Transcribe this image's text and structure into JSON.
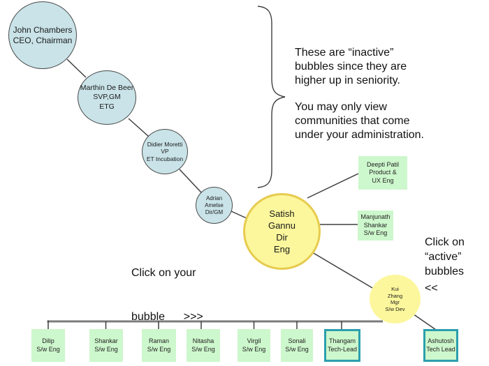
{
  "colors": {
    "inactive-fill": "#c9e3e8",
    "active-fill": "#fcf79c",
    "active-border": "#e7cb4f",
    "box-fill": "#cdf7cc",
    "highlight-border": "#2b9fae",
    "line": "#3f3f3f",
    "tree-line": "#7b7b7b"
  },
  "notes": {
    "inactive": {
      "line1": "These are “inactive”",
      "line2": "bubbles since they are",
      "line3": "higher up in seniority."
    },
    "admin": {
      "line1": "You may only view",
      "line2": "communities that come",
      "line3": "under your administration."
    },
    "click_your": {
      "line1": "Click on your",
      "line2": "bubble      >>>"
    },
    "click_active": {
      "line1": "Click on",
      "line2": "“active”",
      "line3": "bubbles",
      "arrows": "<<"
    }
  },
  "bubbles": {
    "john": {
      "state": "inactive",
      "lines": [
        "John Chambers",
        "CEO, Chairman"
      ]
    },
    "marthin": {
      "state": "inactive",
      "lines": [
        "Marthin De Beer",
        "SVP,GM",
        "ETG"
      ]
    },
    "didier": {
      "state": "inactive",
      "lines": [
        "Didier Moretti",
        "VP",
        "ET Incubation"
      ]
    },
    "adrian": {
      "state": "inactive",
      "lines": [
        "Adrian",
        "Amelse",
        "Dir/GM"
      ]
    },
    "satish": {
      "state": "active",
      "lines": [
        "Satish",
        "Gannu",
        "Dir",
        "Eng"
      ]
    },
    "kui": {
      "state": "active",
      "lines": [
        "Kui",
        "Zhang",
        "Mgr",
        "S/w Dev"
      ]
    }
  },
  "boxes": {
    "deepti": {
      "lines": [
        "Deepti Patil",
        "Product &",
        "UX Eng"
      ],
      "highlighted": false
    },
    "manjunath": {
      "lines": [
        "Manjunath",
        "Shankar",
        "S/w Eng"
      ],
      "highlighted": false
    },
    "dilip": {
      "lines": [
        "Dilip",
        "S/w Eng"
      ],
      "highlighted": false
    },
    "shankar": {
      "lines": [
        "Shankar",
        "S/w Eng"
      ],
      "highlighted": false
    },
    "raman": {
      "lines": [
        "Raman",
        "S/w Eng"
      ],
      "highlighted": false
    },
    "nitasha": {
      "lines": [
        "Nitasha",
        "S/w Eng"
      ],
      "highlighted": false
    },
    "virgil": {
      "lines": [
        "Virgil",
        "S/w Eng"
      ],
      "highlighted": false
    },
    "sonali": {
      "lines": [
        "Sonali",
        "S/w Eng"
      ],
      "highlighted": false
    },
    "thangam": {
      "lines": [
        "Thangam",
        "Tech-Lead"
      ],
      "highlighted": true
    },
    "ashutosh": {
      "lines": [
        "Ashutosh",
        "Tech Lead"
      ],
      "highlighted": true
    }
  }
}
